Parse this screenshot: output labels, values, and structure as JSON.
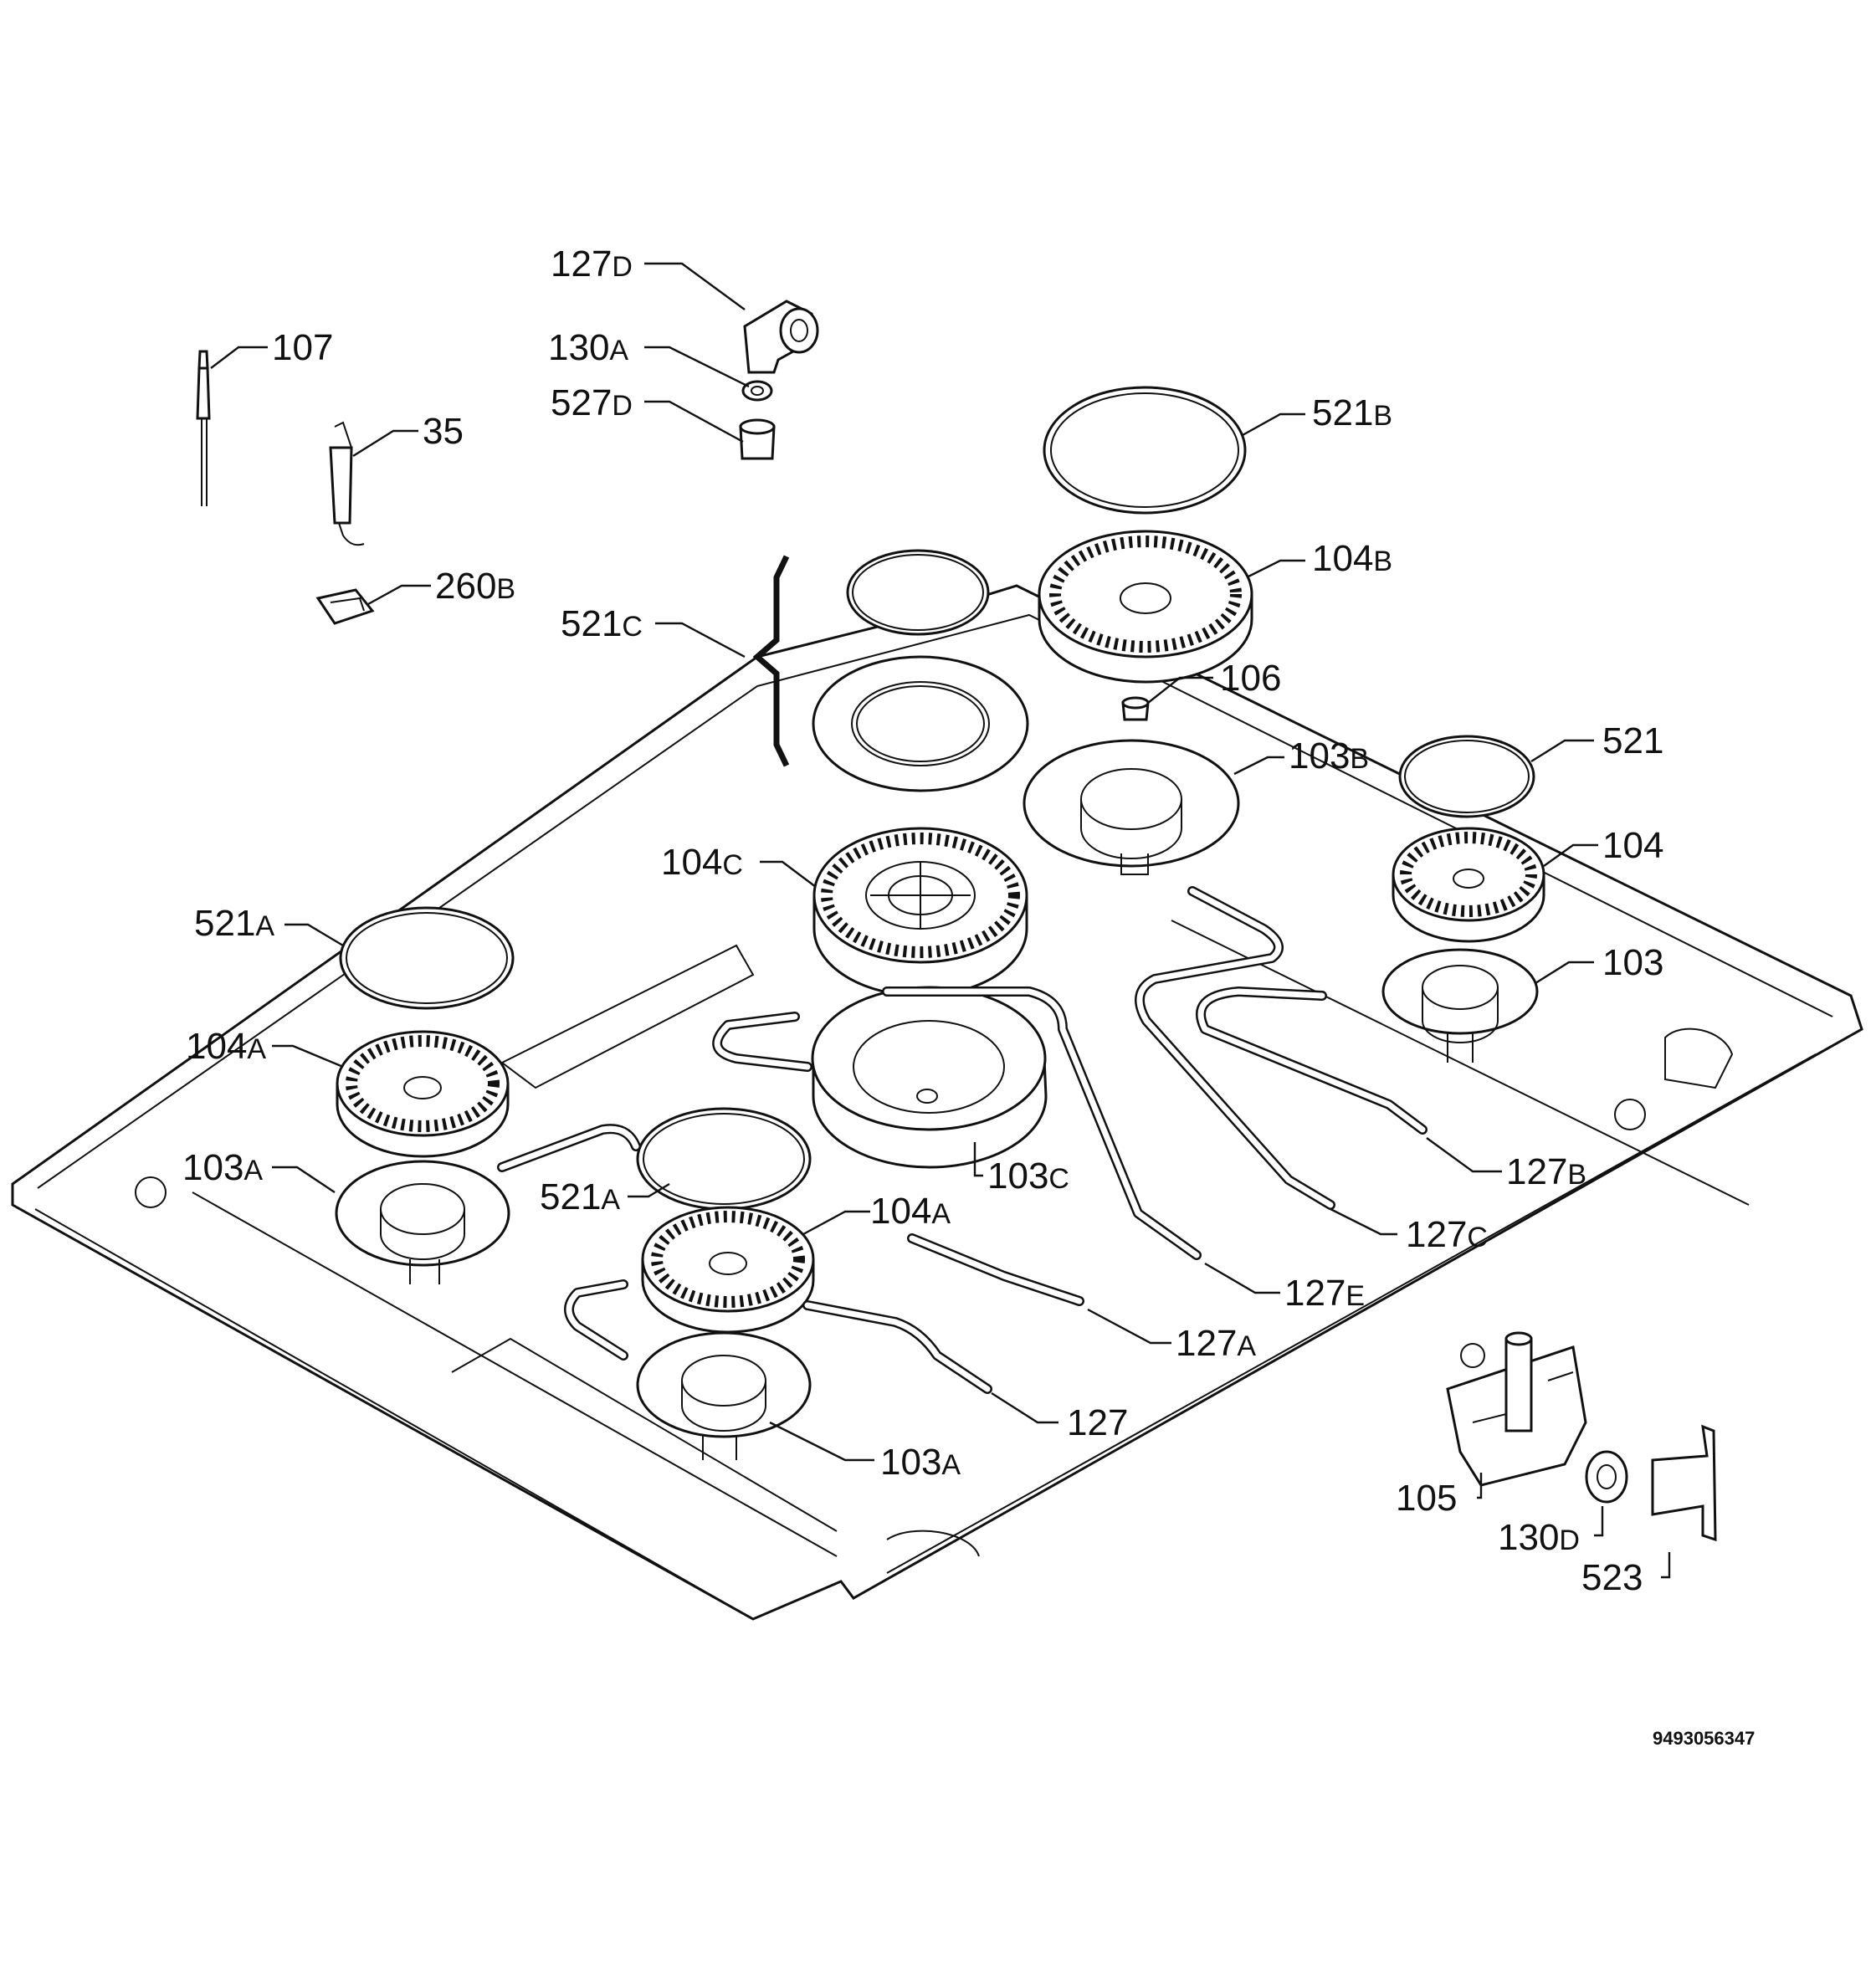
{
  "diagram": {
    "reference_number": "9493056347",
    "callouts": [
      {
        "id": "c-127d",
        "num": "127",
        "sub": "D"
      },
      {
        "id": "c-130a-top",
        "num": "130",
        "sub": "A"
      },
      {
        "id": "c-527d",
        "num": "527",
        "sub": "D"
      },
      {
        "id": "c-107",
        "num": "107",
        "sub": ""
      },
      {
        "id": "c-35",
        "num": "35",
        "sub": ""
      },
      {
        "id": "c-260b",
        "num": "260",
        "sub": "B"
      },
      {
        "id": "c-521c",
        "num": "521",
        "sub": "C"
      },
      {
        "id": "c-521b",
        "num": "521",
        "sub": "B"
      },
      {
        "id": "c-104b",
        "num": "104",
        "sub": "B"
      },
      {
        "id": "c-106",
        "num": "106",
        "sub": ""
      },
      {
        "id": "c-103b",
        "num": "103",
        "sub": "B"
      },
      {
        "id": "c-521",
        "num": "521",
        "sub": ""
      },
      {
        "id": "c-104",
        "num": "104",
        "sub": ""
      },
      {
        "id": "c-104c",
        "num": "104",
        "sub": "C"
      },
      {
        "id": "c-103",
        "num": "103",
        "sub": ""
      },
      {
        "id": "c-521a-left",
        "num": "521",
        "sub": "A"
      },
      {
        "id": "c-104a-left",
        "num": "104",
        "sub": "A"
      },
      {
        "id": "c-103a-left",
        "num": "103",
        "sub": "A"
      },
      {
        "id": "c-521a-mid",
        "num": "521",
        "sub": "A"
      },
      {
        "id": "c-104a-mid",
        "num": "104",
        "sub": "A"
      },
      {
        "id": "c-103c",
        "num": "103",
        "sub": "C"
      },
      {
        "id": "c-127b",
        "num": "127",
        "sub": "B"
      },
      {
        "id": "c-127c",
        "num": "127",
        "sub": "C"
      },
      {
        "id": "c-127e",
        "num": "127",
        "sub": "E"
      },
      {
        "id": "c-127a",
        "num": "127",
        "sub": "A"
      },
      {
        "id": "c-127",
        "num": "127",
        "sub": ""
      },
      {
        "id": "c-103a-bottom",
        "num": "103",
        "sub": "A"
      },
      {
        "id": "c-105",
        "num": "105",
        "sub": ""
      },
      {
        "id": "c-130d",
        "num": "130",
        "sub": "D"
      },
      {
        "id": "c-523",
        "num": "523",
        "sub": ""
      }
    ]
  }
}
